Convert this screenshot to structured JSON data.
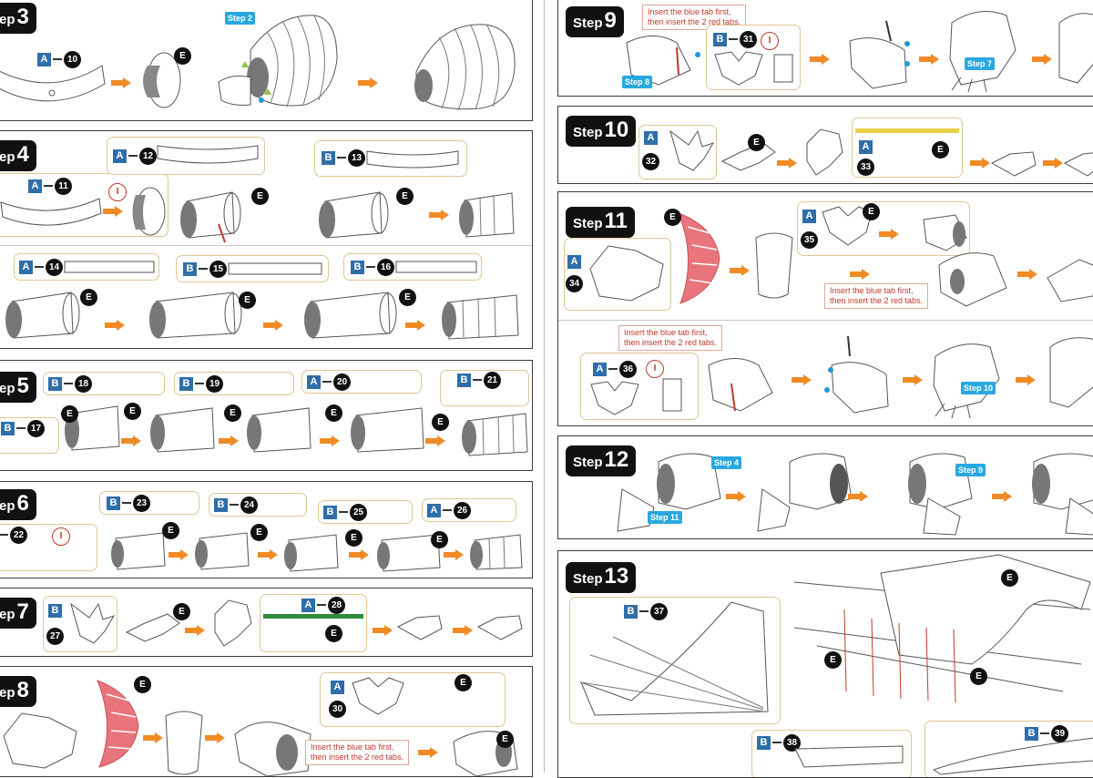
{
  "colors": {
    "arrow": "#f08a24",
    "sheet_tag": "#2f6ea8",
    "step_ref": "#29a8e0",
    "note_text": "#c0392b",
    "highlight_part": "#e8747c",
    "part_box_border": "#e0c595",
    "blue_tab": "#1f97d6",
    "green_tab": "#8cc63f"
  },
  "steps_left": {
    "step3": {
      "label": "ep",
      "num": "3",
      "parts": [
        {
          "sheet": "A",
          "num": "10"
        }
      ],
      "ref": "Step 2"
    },
    "step4": {
      "label": "ep",
      "num": "4",
      "parts": [
        {
          "sheet": "A",
          "num": "11"
        },
        {
          "sheet": "A",
          "num": "12"
        },
        {
          "sheet": "B",
          "num": "13"
        },
        {
          "sheet": "A",
          "num": "14"
        },
        {
          "sheet": "B",
          "num": "15"
        },
        {
          "sheet": "B",
          "num": "16"
        }
      ]
    },
    "step5": {
      "label": "ep",
      "num": "5",
      "parts": [
        {
          "sheet": "B",
          "num": "17"
        },
        {
          "sheet": "B",
          "num": "18"
        },
        {
          "sheet": "B",
          "num": "19"
        },
        {
          "sheet": "A",
          "num": "20"
        },
        {
          "sheet": "B",
          "num": "21"
        }
      ]
    },
    "step6": {
      "label": "ep",
      "num": "6",
      "parts": [
        {
          "sheet": "",
          "num": "22"
        },
        {
          "sheet": "B",
          "num": "23"
        },
        {
          "sheet": "B",
          "num": "24"
        },
        {
          "sheet": "B",
          "num": "25"
        },
        {
          "sheet": "A",
          "num": "26"
        }
      ]
    },
    "step7": {
      "label": "ep",
      "num": "7",
      "parts": [
        {
          "sheet": "B",
          "num": "27"
        },
        {
          "sheet": "A",
          "num": "28"
        }
      ]
    },
    "step8": {
      "label": "ep",
      "num": "8",
      "parts": [
        {
          "sheet": "A",
          "num": "30"
        }
      ],
      "note": "Insert the blue tab first,\nthen insert the 2 red tabs."
    }
  },
  "steps_right": {
    "step9": {
      "label": "Step",
      "num": "9",
      "parts": [
        {
          "sheet": "B",
          "num": "31"
        }
      ],
      "refs": [
        "Step 8",
        "Step 7"
      ],
      "note": "Insert the blue tab first,\nthen insert the 2 red tabs."
    },
    "step10": {
      "label": "Step",
      "num": "10",
      "parts": [
        {
          "sheet": "A",
          "num": "32"
        },
        {
          "sheet": "A",
          "num": "33"
        }
      ]
    },
    "step11": {
      "label": "Step",
      "num": "11",
      "parts": [
        {
          "sheet": "A",
          "num": "34"
        },
        {
          "sheet": "A",
          "num": "35"
        },
        {
          "sheet": "A",
          "num": "36"
        }
      ],
      "refs": [
        "Step 10"
      ],
      "note1": "Insert the blue tab first,\nthen insert the 2 red tabs.",
      "note2": "Insert the blue tab first,\nthen insert the 2 red tabs."
    },
    "step12": {
      "label": "Step",
      "num": "12",
      "refs": [
        "Step 4",
        "Step 9",
        "Step 11"
      ]
    },
    "step13": {
      "label": "Step",
      "num": "13",
      "parts": [
        {
          "sheet": "B",
          "num": "37"
        },
        {
          "sheet": "B",
          "num": "38"
        },
        {
          "sheet": "B",
          "num": "39"
        }
      ]
    }
  },
  "badges": {
    "e": "E",
    "i": "I"
  }
}
